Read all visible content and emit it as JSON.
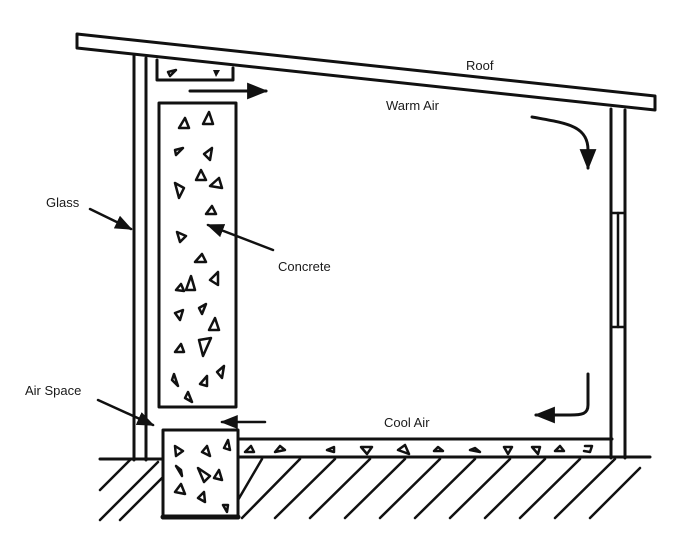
{
  "diagram": {
    "title": "Trombe wall passive solar heating cross-section",
    "labels": {
      "roof": "Roof",
      "warm_air": "Warm Air",
      "glass": "Glass",
      "concrete": "Concrete",
      "air_space": "Air Space",
      "cool_air": "Cool Air"
    },
    "colors": {
      "line": "#111111",
      "background": "#ffffff"
    }
  }
}
